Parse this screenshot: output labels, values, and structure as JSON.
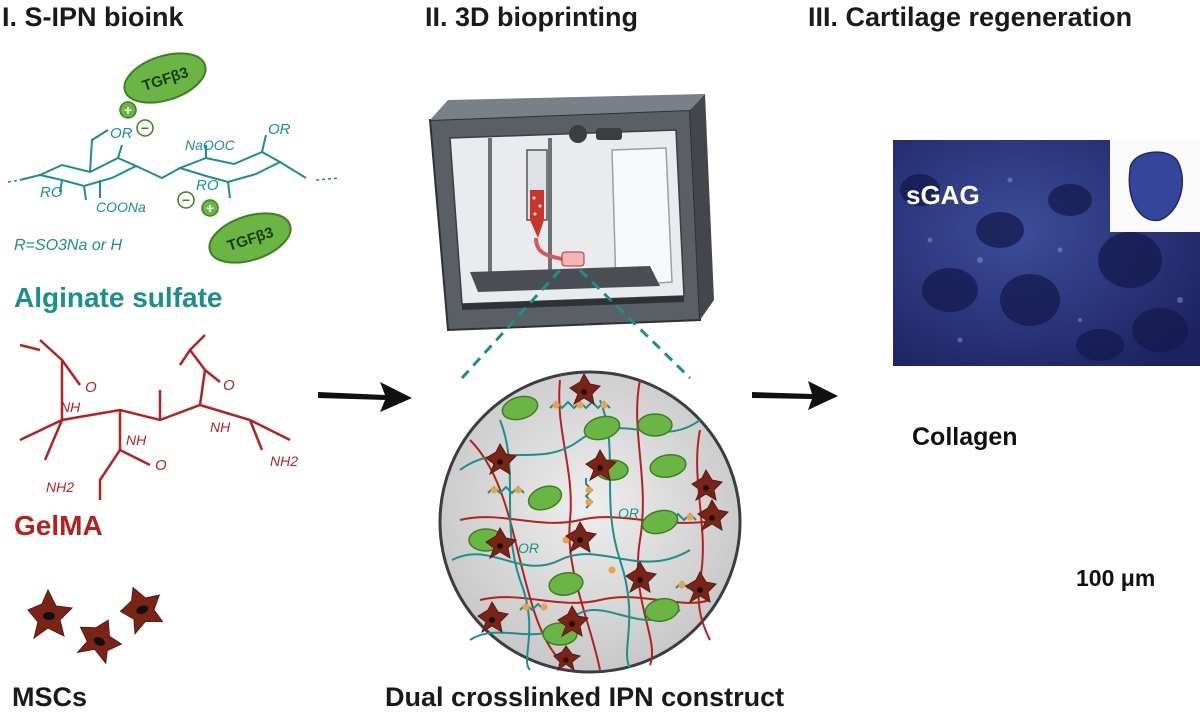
{
  "panels": {
    "bioink_title": "I. S-IPN bioink",
    "printing_title": "II. 3D bioprinting",
    "regeneration_title": "III. Cartilage regeneration"
  },
  "bioink": {
    "alginate_label": "Alginate sulfate",
    "gelma_label": "GelMA",
    "mscs_label": "MSCs",
    "growth_factor": "TGFβ3",
    "r_group": "R=SO3Na or H",
    "chem": {
      "or_left": "OR",
      "naooc": "NaOOC",
      "or_right": "OR",
      "ro_left": "RO",
      "ro_mid": "RO",
      "coona": "COONa",
      "nh_1": "NH",
      "nh_2": "NH",
      "nh_3": "NH",
      "nh2_1": "NH2",
      "nh2_2": "NH2",
      "o_1": "O",
      "o_2": "O",
      "o_3": "O"
    },
    "charges": {
      "plus": "+",
      "minus": "−"
    }
  },
  "construct": {
    "label": "Dual crosslinked IPN construct",
    "or_1": "OR",
    "or_2": "OR"
  },
  "histology": {
    "sgag_label": "sGAG",
    "collagen_label": "Collagen",
    "scale_label": "100 μm"
  },
  "colors": {
    "teal": "#1a8f8c",
    "red": "#b3221d",
    "green": "#5aa83a",
    "green_dark": "#3f7f24",
    "sgag_bg": "#27306e",
    "collagen_bg": "#d9346a"
  }
}
